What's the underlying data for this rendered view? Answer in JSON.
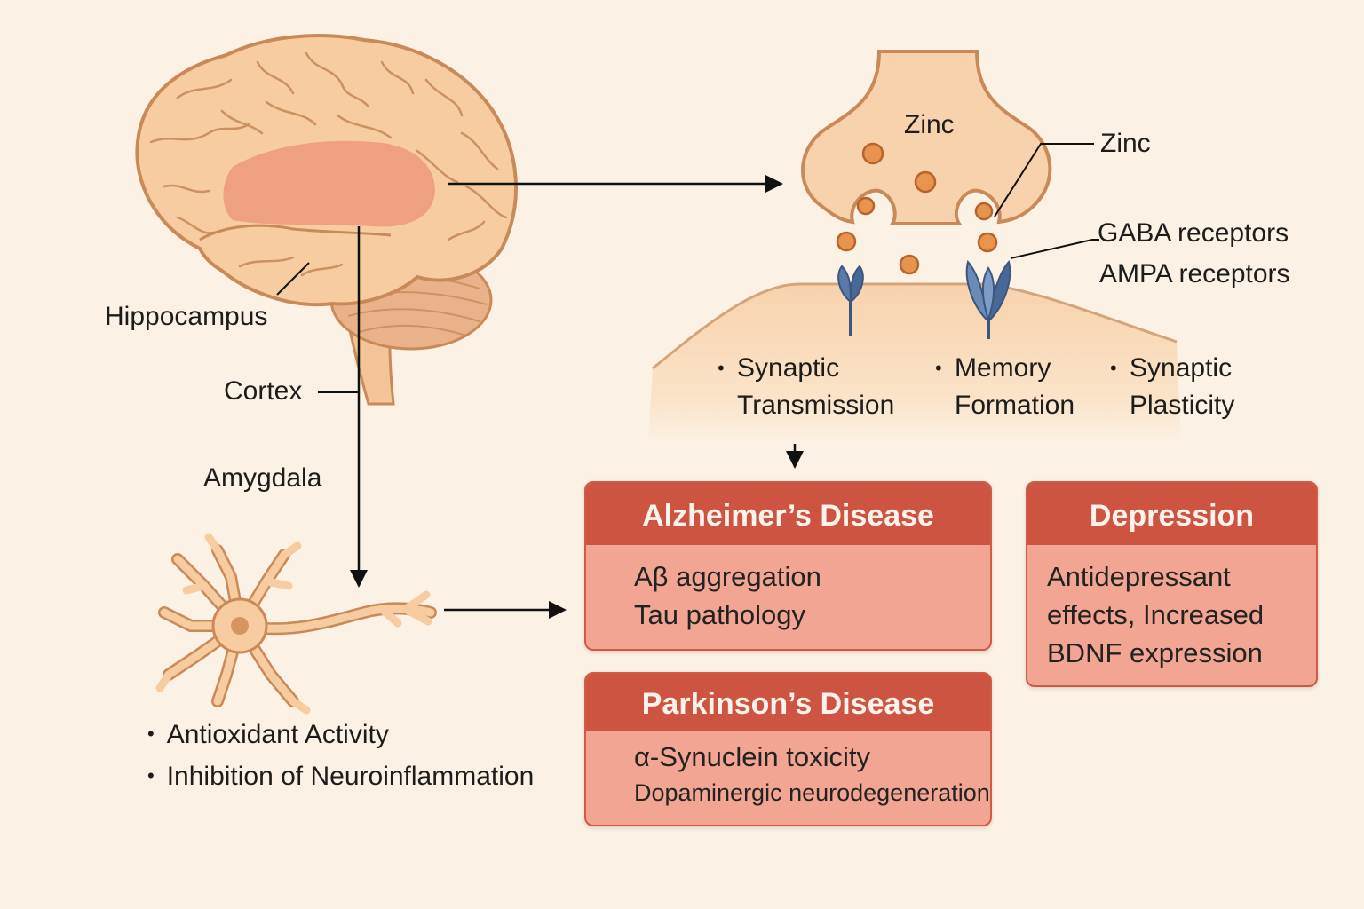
{
  "brain": {
    "hippocampus_label": "Hippocampus",
    "cortex_label": "Cortex",
    "amygdala_label": "Amygdala",
    "colors": {
      "brain": "#f6cca0",
      "highlight": "#ee9a7c",
      "outline": "#c98a5a"
    }
  },
  "synapse": {
    "zinc_label": "Zinc",
    "zinc_callout": "Zinc",
    "receptor_labels": [
      "GABA receptors",
      "AMPA receptors"
    ],
    "effects": [
      {
        "line1": "Synaptic",
        "line2": "Transmission"
      },
      {
        "line1": "Memory",
        "line2": "Formation"
      },
      {
        "line1": "Synaptic",
        "line2": "Plasticity"
      }
    ],
    "colors": {
      "vesicle": "#e8944e",
      "receptor": "#5a79a6"
    }
  },
  "neuron": {
    "bullets": [
      "Antioxidant Activity",
      "Inhibition of Neuroinflammation"
    ]
  },
  "diseases": {
    "alzheimers": {
      "title": "Alzheimer’s Disease",
      "items": [
        "Aβ aggregation",
        "Tau pathology"
      ]
    },
    "parkinsons": {
      "title": "Parkinson’s Disease",
      "items": [
        "α-Synuclein toxicity",
        "Dopaminergic neurodegeneration"
      ]
    },
    "depression": {
      "title": "Depression",
      "items": [
        "Antidepressant",
        "effects, Increased",
        "BDNF expression"
      ]
    },
    "colors": {
      "header": "#cd5440",
      "body": "#f2a593"
    }
  }
}
